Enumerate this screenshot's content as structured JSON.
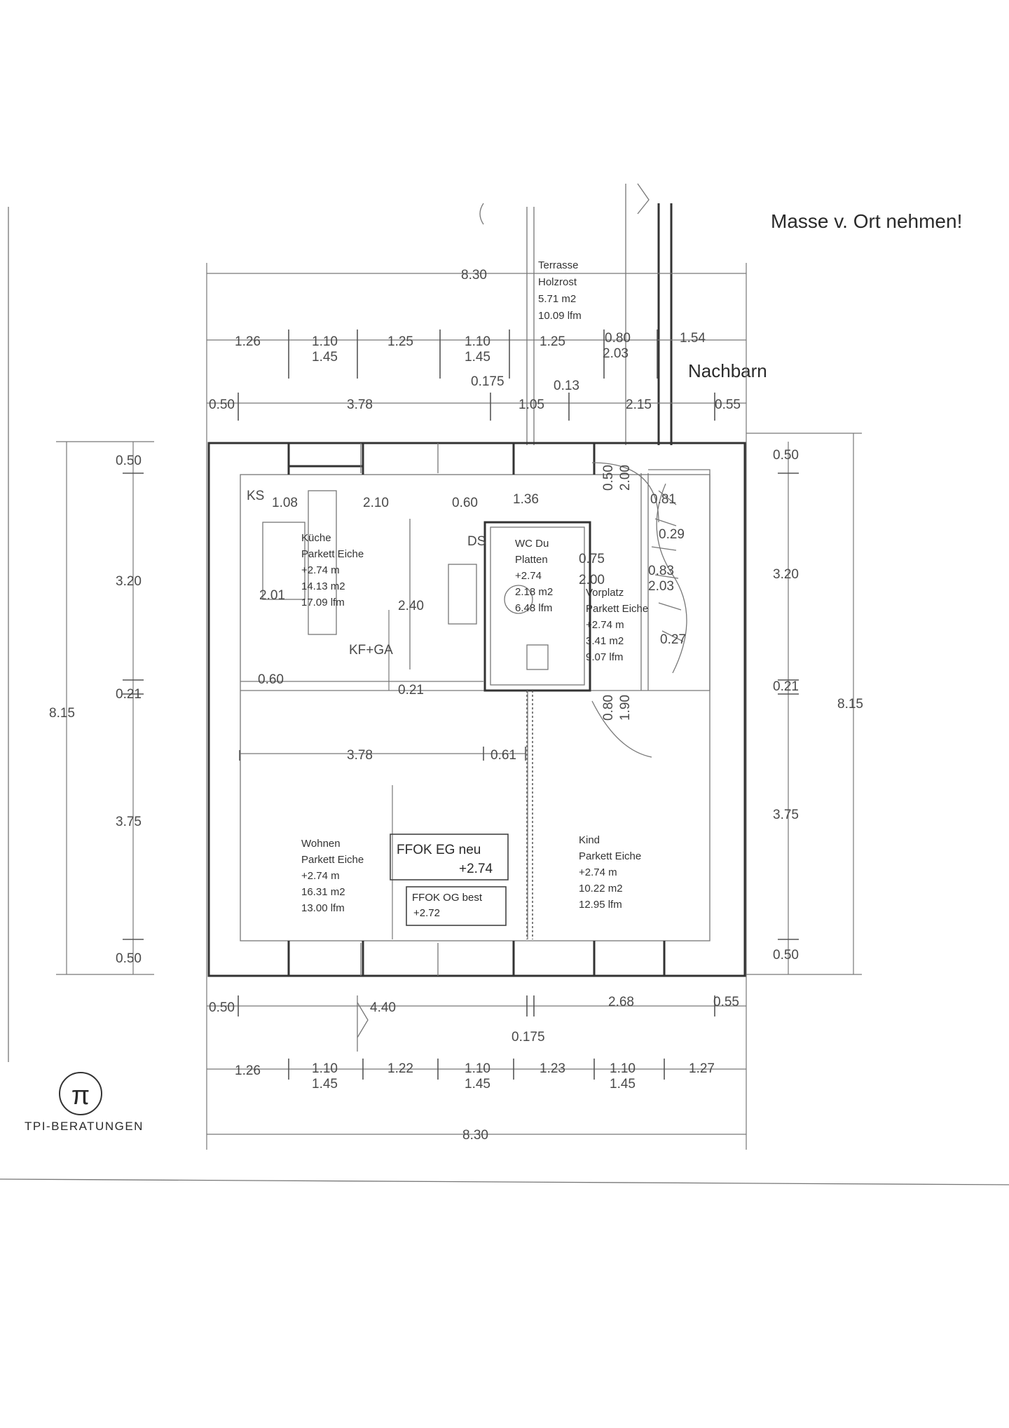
{
  "note": "Masse v.  Ort nehmen!",
  "neighbor": "Nachbarn",
  "rooms": {
    "terrace": {
      "name": "Terrasse",
      "finish": "Holzrost",
      "area": "5.71 m2",
      "perimeter": "10.09 lfm"
    },
    "kitchen": {
      "name": "Küche",
      "finish": "Parkett Eiche",
      "height": "+2.74 m",
      "area": "14.13 m2",
      "perimeter": "17.09 lfm"
    },
    "wc": {
      "name": "WC Du",
      "finish": "Platten",
      "height": "+2.74",
      "area": "2.18 m2",
      "perimeter": "6.48 lfm"
    },
    "hall": {
      "name": "Vorplatz",
      "finish": "Parkett Eiche",
      "height": "+2.74 m",
      "area": "3.41 m2",
      "perimeter": "9.07 lfm"
    },
    "living": {
      "name": "Wohnen",
      "finish": "Parkett Eiche",
      "height": "+2.74 m",
      "area": "16.31 m2",
      "perimeter": "13.00 lfm"
    },
    "child": {
      "name": "Kind",
      "finish": "Parkett Eiche",
      "height": "+2.74 m",
      "area": "10.22 m2",
      "perimeter": "12.95 lfm"
    }
  },
  "ffok_eg": {
    "label": "FFOK EG neu",
    "value": "+2.74"
  },
  "ffok_og": {
    "label": "FFOK OG best",
    "value": "+2.72"
  },
  "fixtures": {
    "ks": "KS",
    "kf_ga": "KF+GA",
    "ds": "DS"
  },
  "dims": {
    "top_total": "8.30",
    "top_row2": [
      "1.26",
      "1.10",
      "1.25",
      "1.10",
      "1.25",
      "0.80",
      "1.54"
    ],
    "top_row2_sub": [
      "1.45",
      "1.45",
      "2.03"
    ],
    "top_row3": [
      "0.50",
      "3.78",
      "1.05",
      "2.15",
      "0.55"
    ],
    "top_small": [
      "0.175",
      "0.13"
    ],
    "inner_top": [
      "1.08",
      "2.10",
      "0.60",
      "1.36",
      "0.81"
    ],
    "inner_misc": [
      "2.01",
      "2.40",
      "0.60",
      "0.21",
      "0.75",
      "2.00",
      "0.83",
      "2.03",
      "0.29",
      "0.27",
      "0.50",
      "2.00",
      "0.80",
      "1.90"
    ],
    "mid": [
      "3.78",
      "0.61"
    ],
    "left": [
      "0.50",
      "3.20",
      "0.21",
      "3.75",
      "0.50"
    ],
    "left_total": "8.15",
    "right": [
      "0.50",
      "3.20",
      "0.21",
      "3.75",
      "0.50"
    ],
    "right_total": "8.15",
    "bottom_row1": [
      "0.50",
      "4.40",
      "2.68",
      "0.55"
    ],
    "bottom_small": "0.175",
    "bottom_row2": [
      "1.26",
      "1.10",
      "1.22",
      "1.10",
      "1.23",
      "1.10",
      "1.27"
    ],
    "bottom_row2_sub": [
      "1.45",
      "1.45",
      "1.45"
    ],
    "bottom_total": "8.30"
  },
  "logo": {
    "text": "TPI-BERATUNGEN",
    "icon": "pi-logo-icon"
  }
}
